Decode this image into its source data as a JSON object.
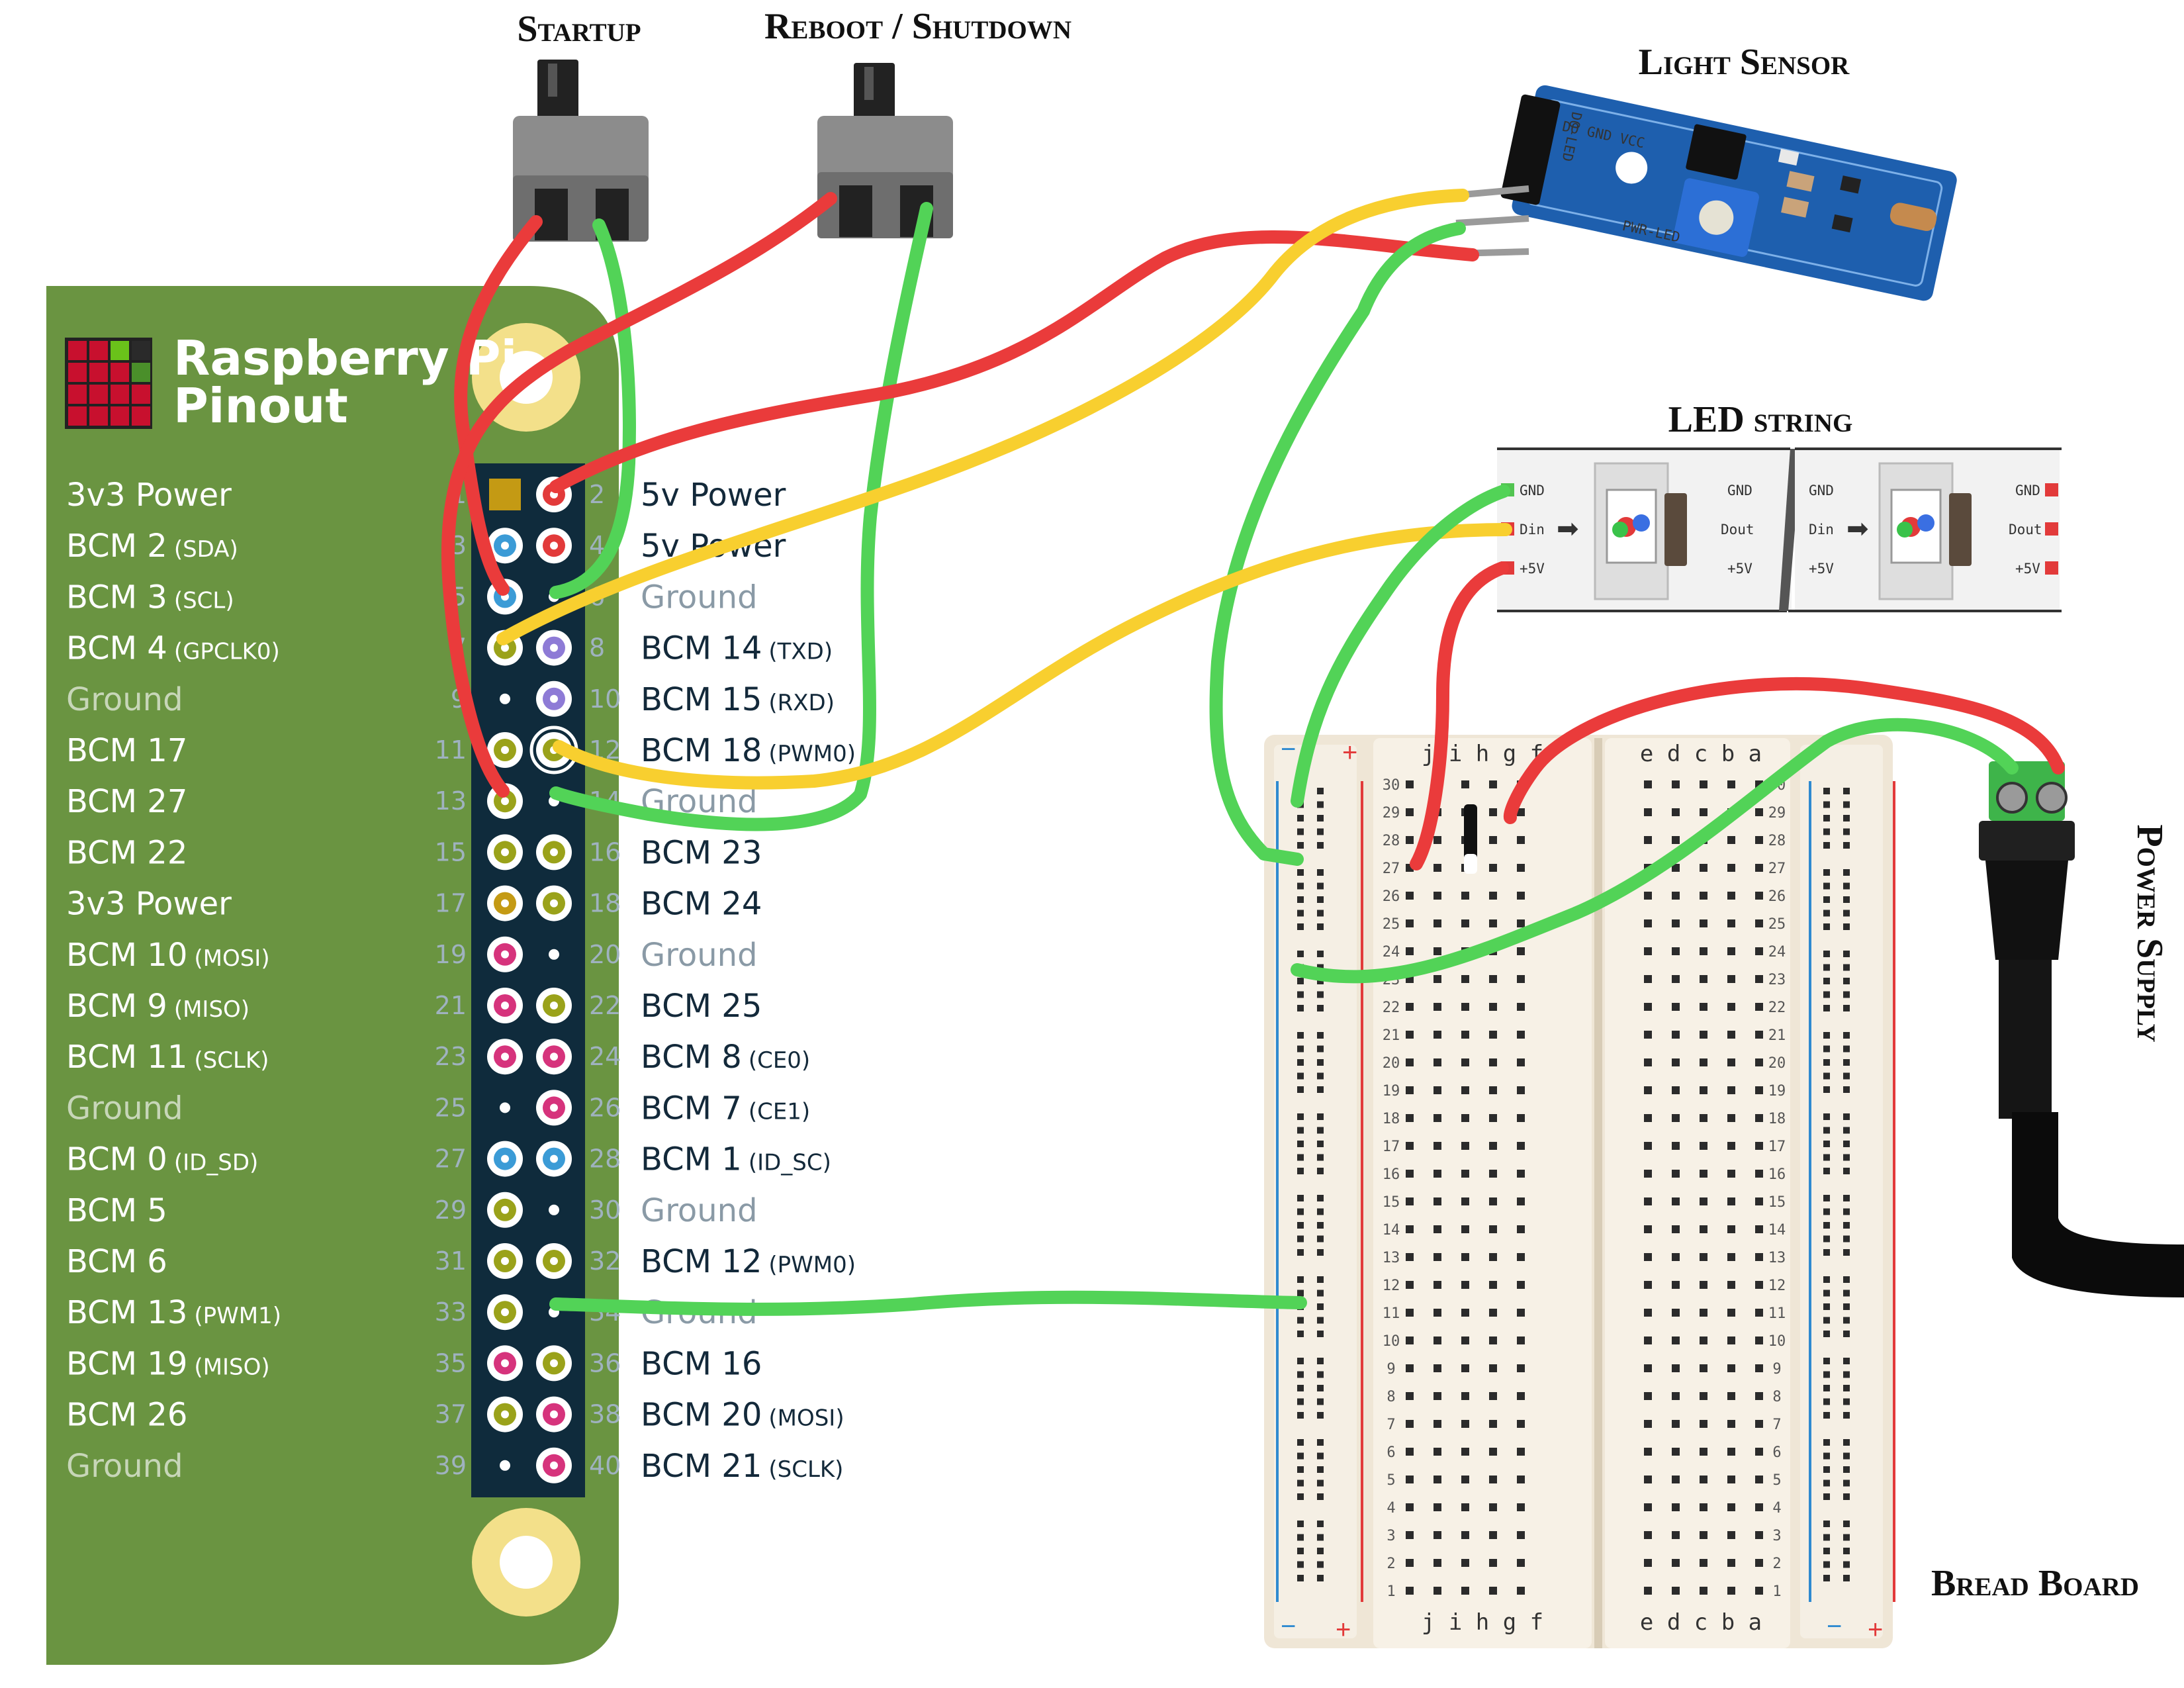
{
  "titles": {
    "startup": "Startup",
    "reboot": "Reboot / Shutdown",
    "light_sensor": "Light Sensor",
    "led_string": "LED string",
    "power_supply": "Power Supply",
    "bread_board": "Bread Board"
  },
  "pinout": {
    "title_line1": "Raspberry Pi",
    "title_line2": "Pinout",
    "pins": [
      {
        "n": "1",
        "name": "3v3 Power",
        "sub": "",
        "color": "#c49a14",
        "shape": "square"
      },
      {
        "n": "2",
        "name": "5v Power",
        "sub": "",
        "color": "#e23a3a"
      },
      {
        "n": "3",
        "name": "BCM 2",
        "sub": "(SDA)",
        "color": "#3b9bd6"
      },
      {
        "n": "4",
        "name": "5v Power",
        "sub": "",
        "color": "#e23a3a"
      },
      {
        "n": "5",
        "name": "BCM 3",
        "sub": "(SCL)",
        "color": "#3b9bd6"
      },
      {
        "n": "6",
        "name": "Ground",
        "sub": "",
        "color": "#102737",
        "ground": true
      },
      {
        "n": "7",
        "name": "BCM 4",
        "sub": "(GPCLK0)",
        "color": "#9aa21a"
      },
      {
        "n": "8",
        "name": "BCM 14",
        "sub": "(TXD)",
        "color": "#8e7bd6"
      },
      {
        "n": "9",
        "name": "Ground",
        "sub": "",
        "color": "#102737",
        "ground": true
      },
      {
        "n": "10",
        "name": "BCM 15",
        "sub": "(RXD)",
        "color": "#8e7bd6"
      },
      {
        "n": "11",
        "name": "BCM 17",
        "sub": "",
        "color": "#9aa21a"
      },
      {
        "n": "12",
        "name": "BCM 18",
        "sub": "(PWM0)",
        "color": "#9aa21a",
        "highlight": true
      },
      {
        "n": "13",
        "name": "BCM 27",
        "sub": "",
        "color": "#9aa21a"
      },
      {
        "n": "14",
        "name": "Ground",
        "sub": "",
        "color": "#102737",
        "ground": true
      },
      {
        "n": "15",
        "name": "BCM 22",
        "sub": "",
        "color": "#9aa21a"
      },
      {
        "n": "16",
        "name": "BCM 23",
        "sub": "",
        "color": "#9aa21a"
      },
      {
        "n": "17",
        "name": "3v3 Power",
        "sub": "",
        "color": "#c49a14"
      },
      {
        "n": "18",
        "name": "BCM 24",
        "sub": "",
        "color": "#9aa21a"
      },
      {
        "n": "19",
        "name": "BCM 10",
        "sub": "(MOSI)",
        "color": "#d6337c"
      },
      {
        "n": "20",
        "name": "Ground",
        "sub": "",
        "color": "#102737",
        "ground": true
      },
      {
        "n": "21",
        "name": "BCM 9",
        "sub": "(MISO)",
        "color": "#d6337c"
      },
      {
        "n": "22",
        "name": "BCM 25",
        "sub": "",
        "color": "#9aa21a"
      },
      {
        "n": "23",
        "name": "BCM 11",
        "sub": "(SCLK)",
        "color": "#d6337c"
      },
      {
        "n": "24",
        "name": "BCM 8",
        "sub": "(CE0)",
        "color": "#d6337c"
      },
      {
        "n": "25",
        "name": "Ground",
        "sub": "",
        "color": "#102737",
        "ground": true
      },
      {
        "n": "26",
        "name": "BCM 7",
        "sub": "(CE1)",
        "color": "#d6337c"
      },
      {
        "n": "27",
        "name": "BCM 0",
        "sub": "(ID_SD)",
        "color": "#3b9bd6"
      },
      {
        "n": "28",
        "name": "BCM 1",
        "sub": "(ID_SC)",
        "color": "#3b9bd6"
      },
      {
        "n": "29",
        "name": "BCM 5",
        "sub": "",
        "color": "#9aa21a"
      },
      {
        "n": "30",
        "name": "Ground",
        "sub": "",
        "color": "#102737",
        "ground": true
      },
      {
        "n": "31",
        "name": "BCM 6",
        "sub": "",
        "color": "#9aa21a"
      },
      {
        "n": "32",
        "name": "BCM 12",
        "sub": "(PWM0)",
        "color": "#9aa21a"
      },
      {
        "n": "33",
        "name": "BCM 13",
        "sub": "(PWM1)",
        "color": "#9aa21a"
      },
      {
        "n": "34",
        "name": "Ground",
        "sub": "",
        "color": "#102737",
        "ground": true
      },
      {
        "n": "35",
        "name": "BCM 19",
        "sub": "(MISO)",
        "color": "#d6337c"
      },
      {
        "n": "36",
        "name": "BCM 16",
        "sub": "",
        "color": "#9aa21a"
      },
      {
        "n": "37",
        "name": "BCM 26",
        "sub": "",
        "color": "#9aa21a"
      },
      {
        "n": "38",
        "name": "BCM 20",
        "sub": "(MOSI)",
        "color": "#d6337c"
      },
      {
        "n": "39",
        "name": "Ground",
        "sub": "",
        "color": "#102737",
        "ground": true
      },
      {
        "n": "40",
        "name": "BCM 21",
        "sub": "(SCLK)",
        "color": "#d6337c"
      }
    ]
  },
  "led_strip": {
    "labels": {
      "gnd": "GND",
      "din": "Din",
      "dout": "Dout",
      "v5": "+5V"
    }
  },
  "sensor_board": {
    "top_text": "DO-LED",
    "pin_text": "DO GND VCC",
    "pwr_text": "PWR-LED"
  },
  "breadboard": {
    "letters_left": "j i h g f",
    "letters_right": "e d c b a",
    "rows": 30
  },
  "colors": {
    "board_green": "#6a9441",
    "header_dark": "#0f2b3c",
    "wire_red": "#ea3b3b",
    "wire_green": "#52d357",
    "wire_yellow": "#f8cf2f",
    "hole_yellow": "#f3e08a"
  }
}
